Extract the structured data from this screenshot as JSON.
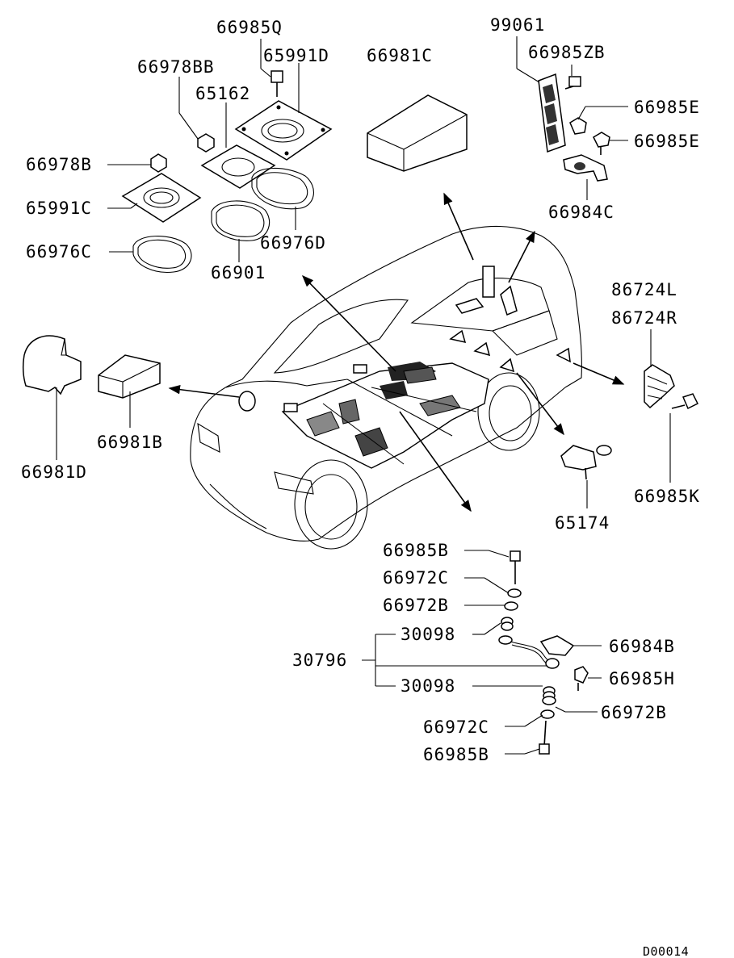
{
  "diagram": {
    "labels": {
      "p66985Q": "66985Q",
      "p65991D": "65991D",
      "p66981C": "66981C",
      "p99061": "99061",
      "p66985ZB": "66985ZB",
      "p66978BB": "66978BB",
      "p65162": "65162",
      "p66985E_1": "66985E",
      "p66985E_2": "66985E",
      "p66978B": "66978B",
      "p65991C": "65991C",
      "p66976D": "66976D",
      "p66984C": "66984C",
      "p66976C": "66976C",
      "p66901": "66901",
      "p86724L": "86724L",
      "p86724R": "86724R",
      "p66981B": "66981B",
      "p66981D": "66981D",
      "p65174": "65174",
      "p66985K": "66985K",
      "p66985B_top": "66985B",
      "p66972C_top": "66972C",
      "p66972B_top": "66972B",
      "p30098_top": "30098",
      "p66984B": "66984B",
      "p30796": "30796",
      "p66985H": "66985H",
      "p30098_bot": "30098",
      "p66972B_bot": "66972B",
      "p66972C_bot": "66972C",
      "p66985B_bot": "66985B"
    },
    "drawing_code": "D00014"
  }
}
